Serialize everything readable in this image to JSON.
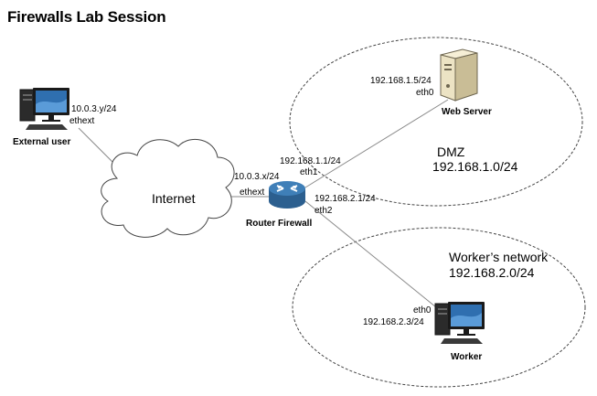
{
  "title": "Firewalls Lab Session",
  "external_user": {
    "name": "External user",
    "ip": "10.0.3.y/24",
    "iface": "ethext"
  },
  "internet": {
    "label": "Internet"
  },
  "router": {
    "name": "Router Firewall",
    "ext_ip": "10.0.3.x/24",
    "ext_iface": "ethext",
    "dmz_ip": "192.168.1.1/24",
    "dmz_iface": "eth1",
    "worker_ip": "192.168.2.1/24",
    "worker_iface": "eth2"
  },
  "web_server": {
    "name": "Web Server",
    "ip": "192.168.1.5/24",
    "iface": "eth0"
  },
  "dmz": {
    "name": "DMZ",
    "subnet": "192.168.1.0/24"
  },
  "workers_net": {
    "name": "Worker’s network",
    "subnet": "192.168.2.0/24"
  },
  "worker": {
    "name": "Worker",
    "ip": "192.168.2.3/24",
    "iface": "eth0"
  },
  "colors": {
    "router_body": "#3f7fb8",
    "monitor_screen": "#2f6fb0",
    "server_body": "#ece3c4",
    "line": "#8a8a8a"
  }
}
